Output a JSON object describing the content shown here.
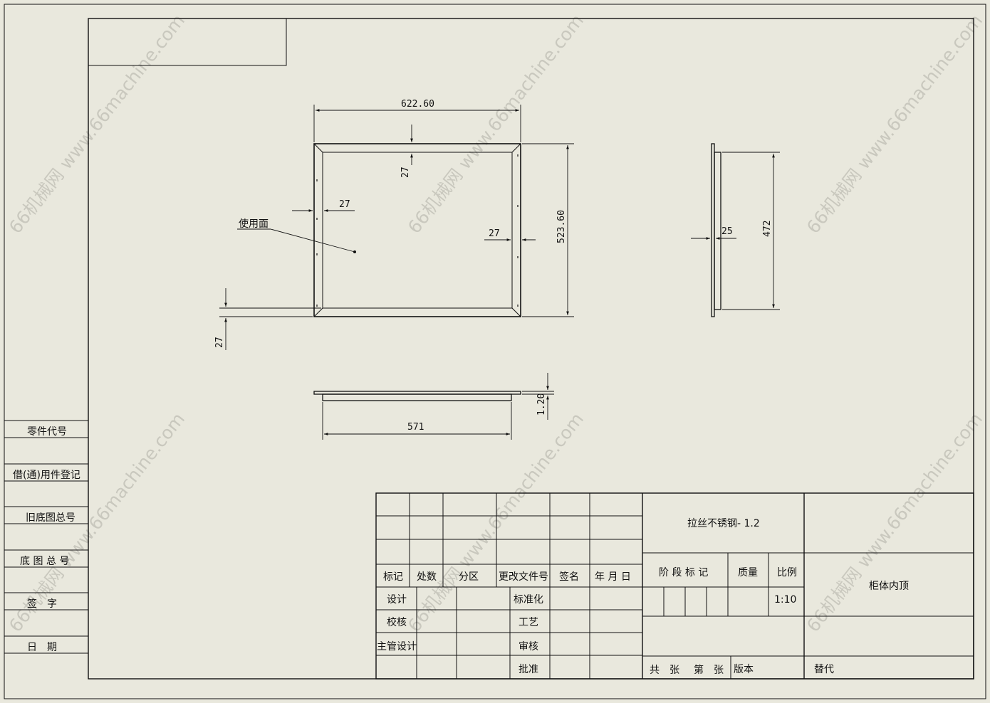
{
  "watermark": "66机械网 www.66machine.com",
  "part_views": {
    "front": {
      "label_surface": "使用面",
      "dims": {
        "width": "622.60",
        "height": "523.60",
        "top": "27",
        "left": "27",
        "right": "27",
        "bottom": "27"
      }
    },
    "side": {
      "dims": {
        "height": "472",
        "flange": "25"
      }
    },
    "bottom": {
      "dims": {
        "width": "571",
        "thickness": "1.20"
      }
    }
  },
  "left_column": {
    "items": [
      "零件代号",
      "借(通)用件登记",
      "旧底图总号",
      "底 图 总 号",
      "签　字",
      "日　期"
    ]
  },
  "title_block": {
    "revision_header": [
      "标记",
      "处数",
      "分区",
      "更改文件号",
      "签名",
      "年 月 日"
    ],
    "sign_rows": [
      "设计",
      "校核",
      "主管设计"
    ],
    "approval_rows": [
      "标准化",
      "工艺",
      "审核",
      "批准"
    ],
    "material": "拉丝不锈钢- 1.2",
    "stage_mark": "阶 段 标 记",
    "weight_label": "质量",
    "scale_label": "比例",
    "scale_value": "1:10",
    "part_name": "柜体内顶",
    "sheets_total": "共　张",
    "sheet_no": "第　张",
    "version": "版本",
    "replace": "替代"
  }
}
